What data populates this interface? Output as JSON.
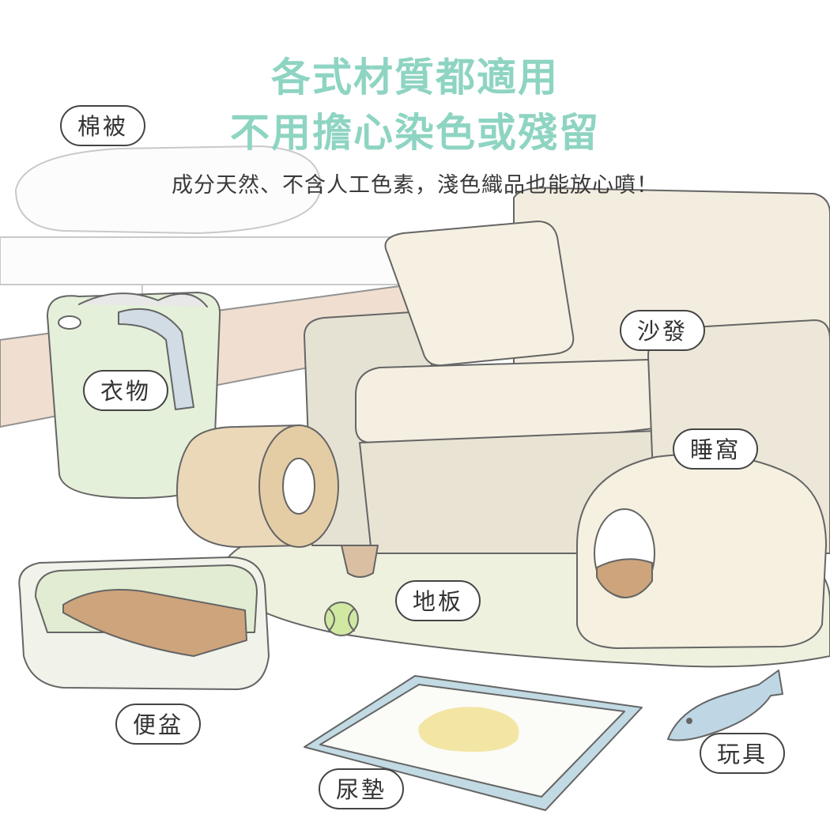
{
  "heading": {
    "line1": "各式材質都適用",
    "line2": "不用擔心染色或殘留",
    "subtitle": "成分天然、不含人工色素，淺色織品也能放心噴！",
    "color": "#8ed4c2"
  },
  "labels": {
    "quilt": "棉被",
    "clothes": "衣物",
    "sofa": "沙發",
    "bed": "睡窩",
    "floor": "地板",
    "litter_box": "便盆",
    "pee_pad": "尿墊",
    "toy": "玩具"
  },
  "colors": {
    "outline": "#444444",
    "sofa": "#f2ecdc",
    "basket": "#e3efd6",
    "litter": "#c99b6e",
    "rug": "#eef0dc",
    "pad": "#bcd6e0",
    "toy_fish": "#b9d3e3",
    "ball": "#cde69a"
  }
}
